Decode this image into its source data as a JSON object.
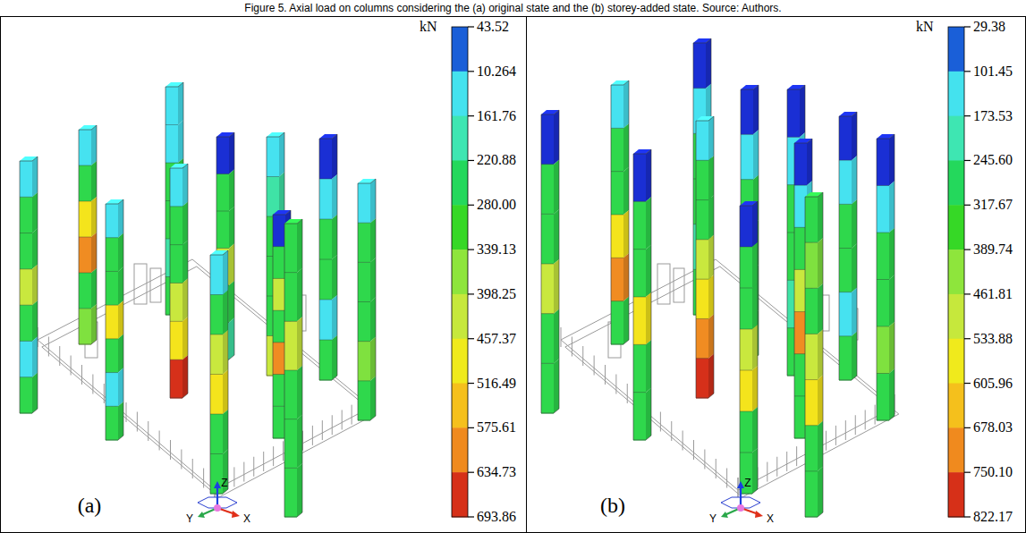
{
  "diagram": {
    "title": "Figure 5. Axial load on columns considering the (a) original state and the (b) storey-added state. Source: Authors.",
    "labels": [
      "kN",
      "43.52",
      "10.264",
      "161.76",
      "220.88",
      "280.00",
      "339.13",
      "398.25",
      "457.37",
      "516.49",
      "575.61",
      "634.73",
      "693.86",
      "(a)",
      "Z",
      "Y",
      "X",
      "kN",
      "29.38",
      "101.45",
      "173.53",
      "245.60",
      "317.67",
      "389.74",
      "461.81",
      "533.88",
      "605.96",
      "678.03",
      "750.10",
      "822.17",
      "(b)",
      "Z",
      "Y",
      "X"
    ]
  }
}
